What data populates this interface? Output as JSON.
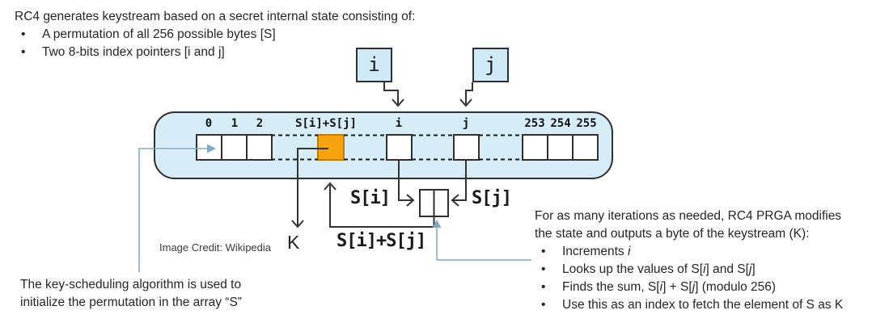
{
  "intro": {
    "title": "RC4 generates keystream based on a secret internal state consisting of:",
    "bullets": [
      "A permutation of all 256 possible bytes [S]",
      "Two 8-bits index pointers [i and j]"
    ]
  },
  "diagram": {
    "pointer_i": "i",
    "pointer_j": "j",
    "array_name": "S",
    "cell_labels": [
      "0",
      "1",
      "2",
      "S[i]+S[j]",
      "i",
      "j",
      "253",
      "254",
      "255"
    ],
    "value_labels": {
      "si": "S[i]",
      "sj": "S[j]",
      "sum": "S[i]+S[j]",
      "k": "K"
    },
    "credit": "Image Credit: Wikipedia",
    "colors": {
      "array_fill": "#d6ecf7",
      "pointer_fill": "#cfe9f6",
      "highlight_cell": "#f7a40e",
      "highlight_border": "#bf7d00",
      "annotation_blue": "#7ea9c8",
      "line_dark": "#333333"
    }
  },
  "ksa_note": {
    "lines": [
      "The key-scheduling algorithm is used to",
      "initialize the permutation in the array “S”"
    ]
  },
  "prga_note": {
    "lines": [
      "For as many iterations as needed, RC4 PRGA modifies",
      "the state and outputs a byte of the keystream (K):"
    ],
    "bullets": [
      [
        {
          "t": "Increments "
        },
        {
          "t": "i",
          "i": true
        }
      ],
      [
        {
          "t": "Looks up the values of S["
        },
        {
          "t": "i",
          "i": true
        },
        {
          "t": "] and S["
        },
        {
          "t": "j",
          "i": true
        },
        {
          "t": "]"
        }
      ],
      [
        {
          "t": "Finds the sum, S["
        },
        {
          "t": "i",
          "i": true
        },
        {
          "t": "] + S["
        },
        {
          "t": "j",
          "i": true
        },
        {
          "t": "] (modulo 256)"
        }
      ],
      [
        {
          "t": "Use this as an index to fetch the element of S as K"
        }
      ]
    ]
  }
}
